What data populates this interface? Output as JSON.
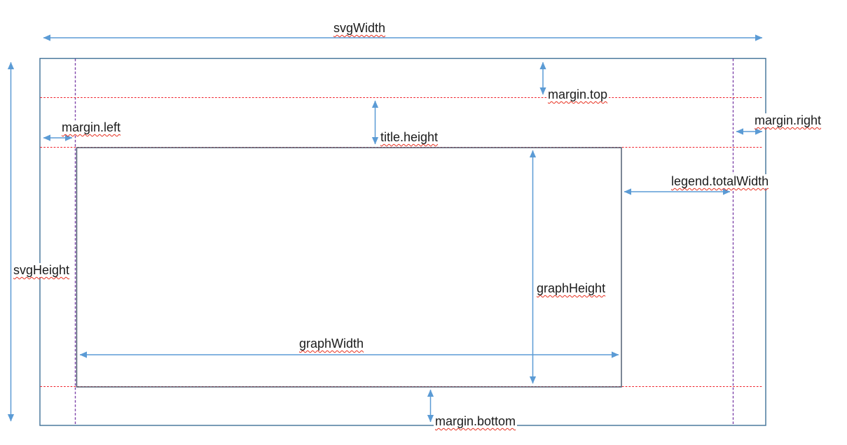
{
  "diagram": {
    "title": "SVG chart layout dimensions diagram",
    "labels": {
      "svg_width": "svgWidth",
      "svg_height": "svgHeight",
      "margin_top": "margin.top",
      "margin_left": "margin.left",
      "margin_right": "margin.right",
      "margin_bottom": "margin.bottom",
      "title_height": "title.height",
      "legend_total_width": "legend.totalWidth",
      "graph_height": "graphHeight",
      "graph_width": "graphWidth"
    },
    "colors": {
      "arrow": "#5b9bd5",
      "outer_border": "#3f7096",
      "inner_border": "#44546a",
      "guide_red": "#ef1b25",
      "guide_purple": "#7030a0",
      "text": "#1b1b1b",
      "squiggle": "#e8301f",
      "canvas_bg": "#ffffff"
    }
  }
}
